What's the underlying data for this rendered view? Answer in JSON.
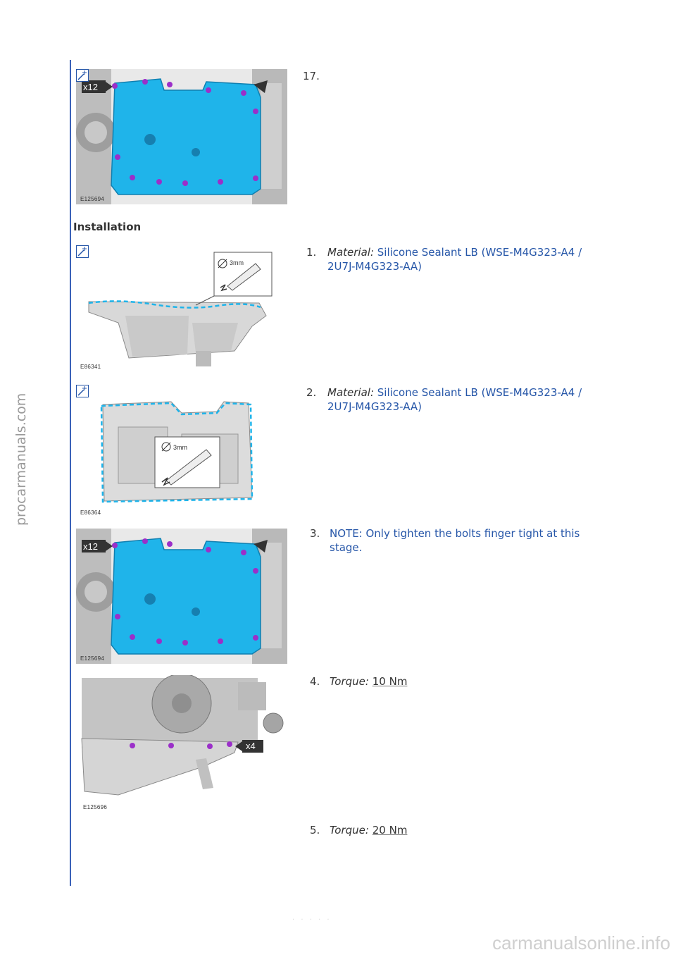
{
  "watermarks": {
    "side": "procarmanuals.com",
    "footer": "carmanualsonline.info"
  },
  "section_heading": "Installation",
  "page_number": "· · ·  · ·",
  "figures": [
    {
      "code": "E125694",
      "callout": "x12",
      "icon": "zoom-icon"
    },
    {
      "code": "E86341",
      "callout": "3mm",
      "icon": "zoom-icon"
    },
    {
      "code": "E86364",
      "callout": "3mm",
      "icon": "zoom-icon"
    },
    {
      "code": "E125694",
      "callout": "x12",
      "icon": "zoom-icon"
    },
    {
      "code": "E125696",
      "callout": "x4",
      "icon": "zoom-icon"
    }
  ],
  "steps": [
    {
      "num": "17.",
      "text": ""
    },
    {
      "num": "1.",
      "label": "Material:",
      "value": "Silicone Sealant LB (WSE-M4G323-A4 / 2U7J-M4G323-AA)"
    },
    {
      "num": "2.",
      "label": "Material:",
      "value": "Silicone Sealant LB (WSE-M4G323-A4 / 2U7J-M4G323-AA)"
    },
    {
      "num": "3.",
      "text": "NOTE: Only tighten the bolts finger tight at this stage."
    },
    {
      "num": "4.",
      "label": "Torque:",
      "value": "10 Nm"
    },
    {
      "num": "5.",
      "label": "Torque:",
      "value": "20 Nm"
    }
  ],
  "colors": {
    "accent_line": "#3a62b8",
    "link_blue": "#2656a8",
    "part_highlight": "#1fb4ea",
    "bolt": "#9b2fc9"
  }
}
